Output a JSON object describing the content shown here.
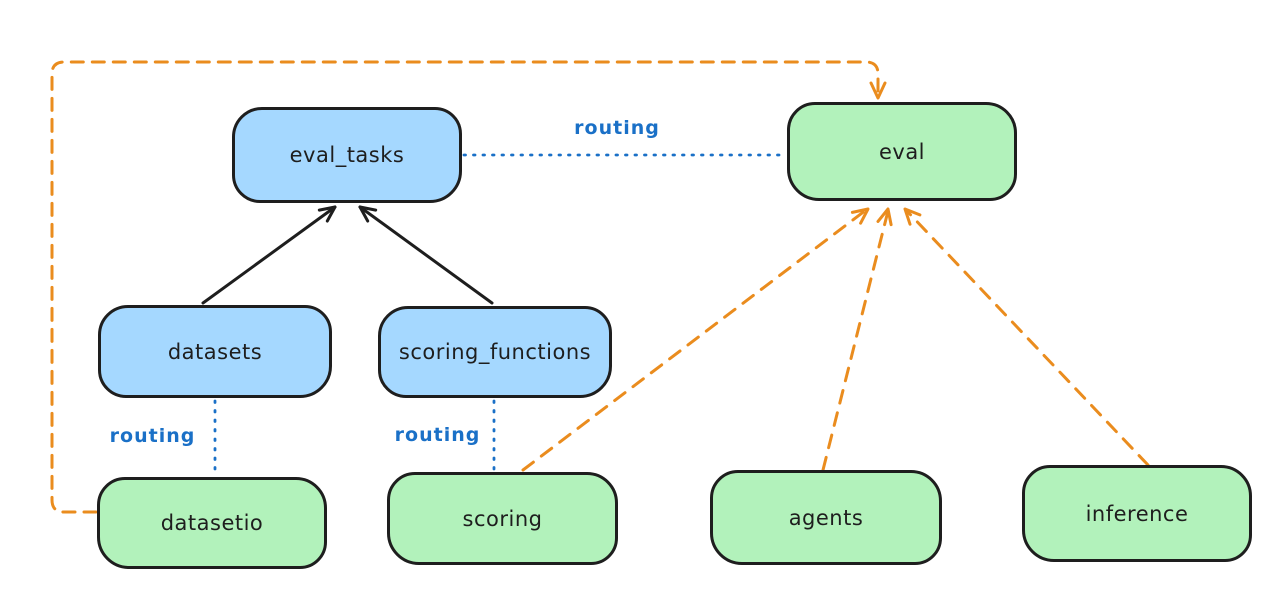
{
  "diagram": {
    "background": "#ffffff",
    "nodes": {
      "eval_tasks": {
        "label": "eval_tasks",
        "kind": "api"
      },
      "eval": {
        "label": "eval",
        "kind": "provider"
      },
      "datasets": {
        "label": "datasets",
        "kind": "api"
      },
      "scoring_functions": {
        "label": "scoring_functions",
        "kind": "api"
      },
      "datasetio": {
        "label": "datasetio",
        "kind": "provider"
      },
      "scoring": {
        "label": "scoring",
        "kind": "provider"
      },
      "agents": {
        "label": "agents",
        "kind": "provider"
      },
      "inference": {
        "label": "inference",
        "kind": "provider"
      }
    },
    "edges": [
      {
        "from": "datasets",
        "to": "eval_tasks",
        "style": "solid",
        "color": "#1e1e1e",
        "arrowhead": true,
        "label": ""
      },
      {
        "from": "scoring_functions",
        "to": "eval_tasks",
        "style": "solid",
        "color": "#1e1e1e",
        "arrowhead": true,
        "label": ""
      },
      {
        "from": "eval_tasks",
        "to": "eval",
        "style": "dotted",
        "color": "#1a70c7",
        "arrowhead": false,
        "label": "routing"
      },
      {
        "from": "datasets",
        "to": "datasetio",
        "style": "dotted",
        "color": "#1a70c7",
        "arrowhead": false,
        "label": "routing"
      },
      {
        "from": "scoring_functions",
        "to": "scoring",
        "style": "dotted",
        "color": "#1a70c7",
        "arrowhead": false,
        "label": "routing"
      },
      {
        "from": "datasetio",
        "to": "eval",
        "style": "dashed",
        "color": "#ea8c1e",
        "arrowhead": true,
        "label": ""
      },
      {
        "from": "scoring",
        "to": "eval",
        "style": "dashed",
        "color": "#ea8c1e",
        "arrowhead": true,
        "label": ""
      },
      {
        "from": "agents",
        "to": "eval",
        "style": "dashed",
        "color": "#ea8c1e",
        "arrowhead": true,
        "label": ""
      },
      {
        "from": "inference",
        "to": "eval",
        "style": "dashed",
        "color": "#ea8c1e",
        "arrowhead": true,
        "label": ""
      }
    ],
    "colors": {
      "api_fill": "#a5d8ff",
      "provider_fill": "#b2f2bb",
      "stroke": "#1e1e1e",
      "routing_blue": "#1a70c7",
      "dependency_orange": "#ea8c1e"
    }
  }
}
